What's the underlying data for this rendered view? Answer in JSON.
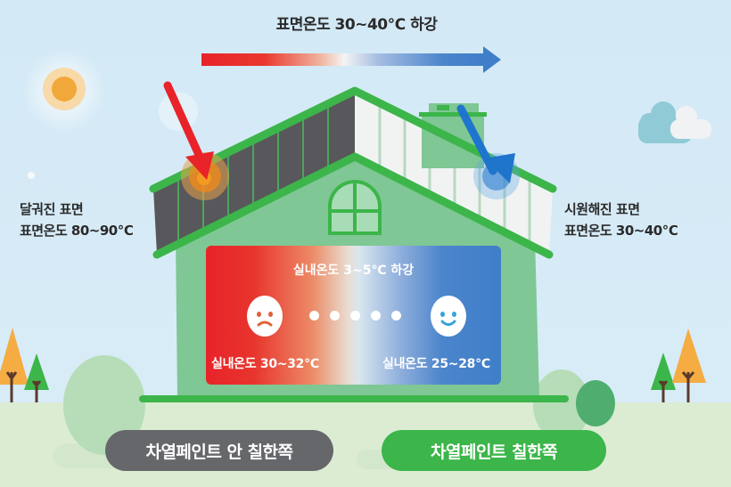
{
  "header": {
    "title": "표면온도 30~40℃ 하강"
  },
  "labels": {
    "heated_surface": {
      "line1": "달궈진 표면",
      "line2": "표면온도 80~90℃"
    },
    "cooled_surface": {
      "line1": "시원해진 표면",
      "line2": "표면온도 30~40℃"
    }
  },
  "indoor_panel": {
    "title": "실내온도 3~5℃ 하강",
    "left_temp": "실내온도 30~32℃",
    "right_temp": "실내온도 25~28℃",
    "left_face": "sad-face-icon",
    "right_face": "happy-face-icon",
    "dot_count": 5
  },
  "buttons": {
    "unpainted": "차열페인트 안 칠한쪽",
    "painted": "차열페인트 칠한쪽"
  },
  "colors": {
    "hot": "#e8232a",
    "cool": "#3f7ec8",
    "roof_green": "#3cb54a",
    "wall_green": "#7fc795",
    "dark_roof": "#58575b",
    "gray_pill": "#66676b",
    "sky": "#d3e9f6",
    "sun": "#f1a83a"
  }
}
